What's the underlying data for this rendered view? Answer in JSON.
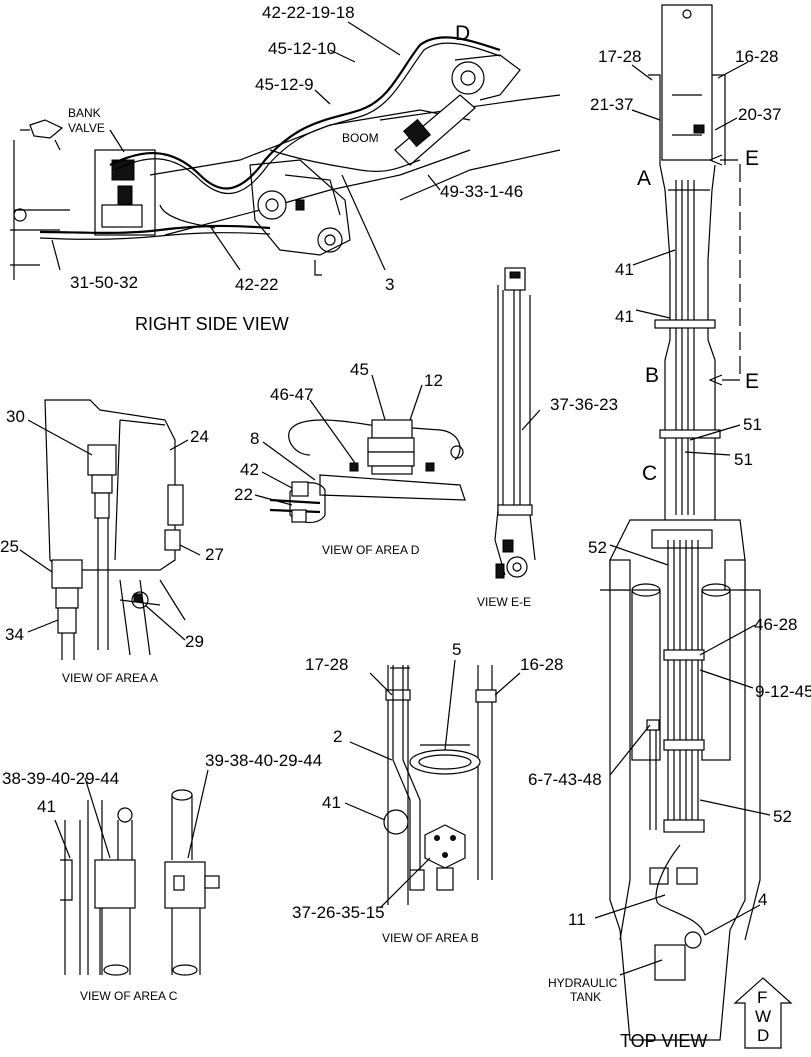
{
  "views": {
    "right_side": {
      "title": "RIGHT SIDE VIEW",
      "labels": {
        "p42_22_19_18": "42-22-19-18",
        "p45_12_10": "45-12-10",
        "p45_12_9": "45-12-9",
        "area_d": "D",
        "bank_valve_1": "BANK",
        "bank_valve_2": "VALVE",
        "boom": "BOOM",
        "p49_33_1_46": "49-33-1-46",
        "p31_50_32": "31-50-32",
        "p42_22": "42-22",
        "p3": "3"
      }
    },
    "area_a": {
      "title": "VIEW OF AREA  A",
      "labels": {
        "p30": "30",
        "p24": "24",
        "p25": "25",
        "p27": "27",
        "p34": "34",
        "p29": "29"
      }
    },
    "area_d": {
      "title": "VIEW OF AREA  D",
      "labels": {
        "p45": "45",
        "p12": "12",
        "p46_47": "46-47",
        "p8": "8",
        "p42": "42",
        "p22": "22"
      }
    },
    "view_ee": {
      "title": "VIEW E-E",
      "labels": {
        "p37_36_23": "37-36-23"
      }
    },
    "area_b": {
      "title": "VIEW OF AREA  B",
      "labels": {
        "p17_28": "17-28",
        "p5": "5",
        "p16_28": "16-28",
        "p2": "2",
        "p41": "41",
        "p37_26_35_15": "37-26-35-15"
      }
    },
    "area_c": {
      "title": "VIEW OF AREA  C",
      "labels": {
        "p38_39_40_29_44": "38-39-40-29-44",
        "p41": "41",
        "p39_38_40_29_44": "39-38-40-29-44"
      }
    },
    "top": {
      "title": "TOP VIEW",
      "labels": {
        "p17_28": "17-28",
        "p16_28": "16-28",
        "p21_37": "21-37",
        "p20_37": "20-37",
        "e_top": "E",
        "e_bottom": "E",
        "a": "A",
        "b": "B",
        "c": "C",
        "p41_a": "41",
        "p41_b": "41",
        "p51_a": "51",
        "p51_b": "51",
        "p52_a": "52",
        "p52_b": "52",
        "p46_28": "46-28",
        "p9_12_45": "9-12-45",
        "p6_7_43_48": "6-7-43-48",
        "p11": "11",
        "p4": "4",
        "tank_1": "HYDRAULIC",
        "tank_2": "TANK",
        "fwd_f": "F",
        "fwd_w": "W",
        "fwd_d": "D"
      }
    }
  }
}
